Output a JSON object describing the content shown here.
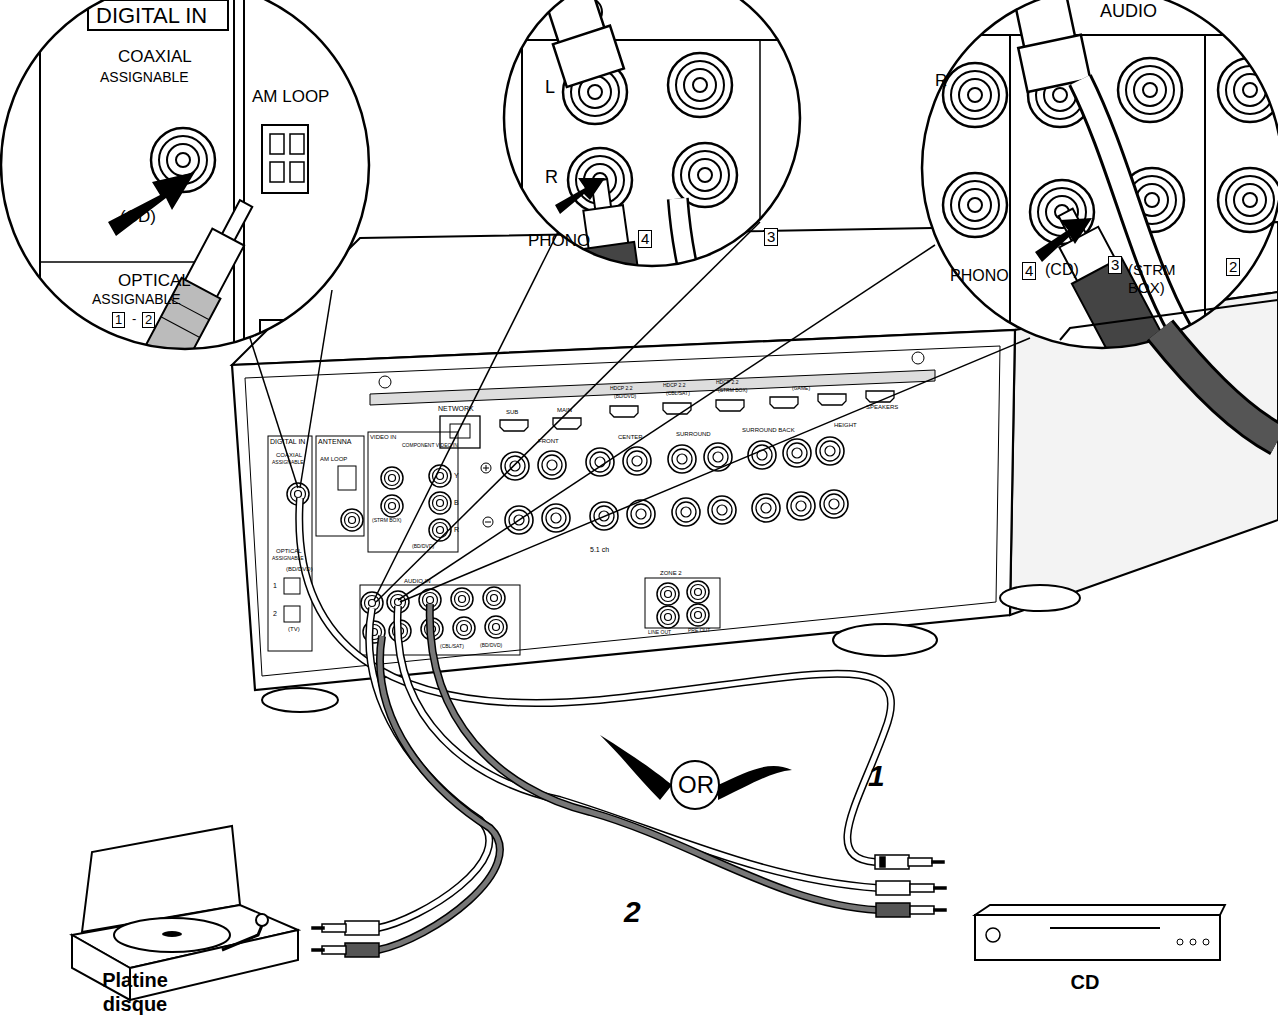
{
  "diagram": {
    "nodes": [
      {
        "text": [
          "Platine disque"
        ]
      },
      {
        "text": [
          "CD"
        ]
      }
    ],
    "labels": [
      "DIGITAL IN",
      "COAXIAL",
      "ASSIGNABLE",
      "AM LOOP",
      "(CD)",
      "OPTICAL",
      "ASSIGNABLE",
      "1",
      "-",
      "2",
      "L",
      "R",
      "PHONO",
      "4",
      "3",
      "AUDIO",
      "R",
      "PHONO",
      "4",
      "(CD)",
      "3",
      "(STRM",
      "BOX)",
      "2",
      "DIGITAL IN",
      "ANTENNA",
      "COAXIAL",
      "ASSIGNABLE",
      "AM LOOP",
      "OPTICAL",
      "ASSIGNABLE",
      "(BD/DVD)",
      "1",
      "2",
      "(TV)",
      "NETWORK",
      "VIDEO IN",
      "COMPONENT VIDEO IN",
      "Y",
      "B",
      "R",
      "(STRM BOX)",
      "(BD/DVD)",
      "SUB",
      "MAIN",
      "HDCP 2.2",
      "HDCP 2.2",
      "HDCP 2.2",
      "(BD/DVD)",
      "(CBL/SAT)",
      "(STRM BOX)",
      "(GAME)",
      "SPEAKERS",
      "FRONT",
      "CENTER",
      "SURROUND",
      "SURROUND BACK",
      "HEIGHT",
      "5.1 ch",
      "AUDIO IN",
      "ZONE 2",
      "LINE OUT",
      "PRE OUT",
      "(CBL/SAT)",
      "(BD/DVD)",
      "OR",
      "1",
      "2"
    ]
  }
}
